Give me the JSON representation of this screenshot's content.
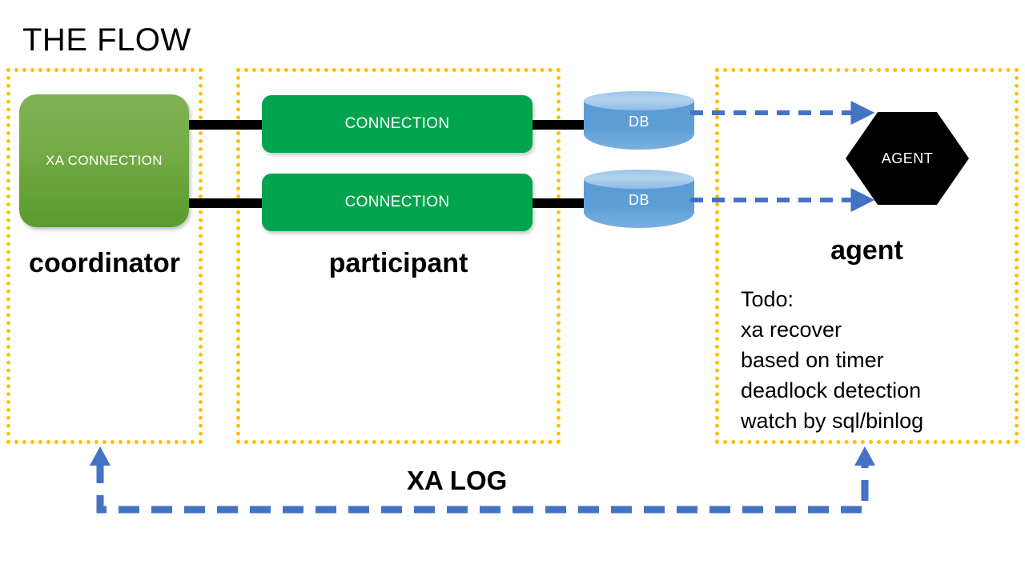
{
  "page": {
    "title": "THE FLOW",
    "background": "#ffffff"
  },
  "colors": {
    "group_border": "#FFC000",
    "coordinator_fill_top": "#80b253",
    "coordinator_fill_bottom": "#599b2c",
    "connection_fill": "#00A44F",
    "db_fill": "#5b9bd5",
    "db_top_fill": "#9cc3e8",
    "agent_fill": "#000000",
    "arrow_blue": "#4472C4",
    "connector_black": "#000000"
  },
  "groups": [
    {
      "key": "coordinator",
      "caption": "coordinator"
    },
    {
      "key": "participant",
      "caption": "participant"
    },
    {
      "key": "agent",
      "caption": "agent"
    }
  ],
  "nodes": {
    "xa_connection": {
      "label": "XA CONNECTION"
    },
    "connections": [
      {
        "label": "CONNECTION"
      },
      {
        "label": "CONNECTION"
      }
    ],
    "databases": [
      {
        "label": "DB"
      },
      {
        "label": "DB"
      }
    ],
    "agent": {
      "label": "AGENT"
    }
  },
  "todo": {
    "lines": [
      "Todo:",
      "xa recover",
      "based on timer",
      "deadlock detection",
      "watch by sql/binlog"
    ]
  },
  "xa_log": {
    "label": "XA LOG"
  }
}
